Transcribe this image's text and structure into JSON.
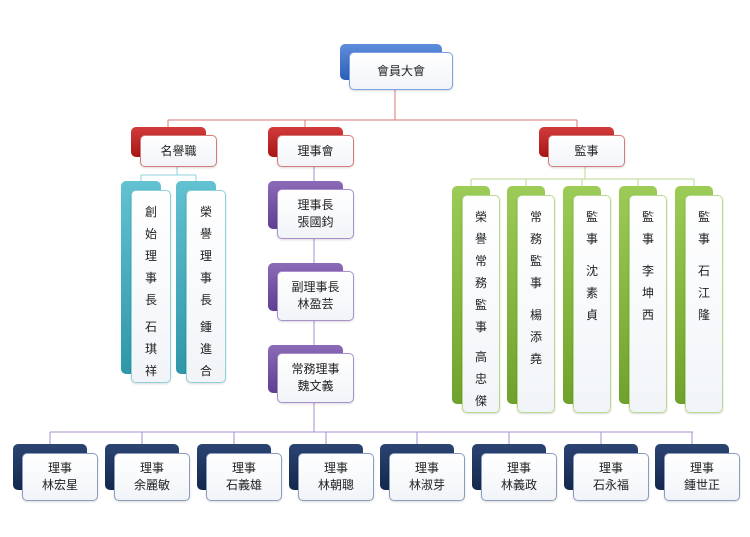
{
  "top": {
    "label": "會員大會"
  },
  "branches": {
    "honorary": "名譽職",
    "board": "理事會",
    "supervisors": "監事"
  },
  "honorary_members": [
    {
      "title": "創始理事長",
      "name": "石琪祥"
    },
    {
      "title": "榮譽理事長",
      "name": "鍾進合"
    }
  ],
  "board_officers": [
    {
      "title": "理事長",
      "name": "張國鈞"
    },
    {
      "title": "副理事長",
      "name": "林盈芸"
    },
    {
      "title": "常務理事",
      "name": "魏文義"
    }
  ],
  "supervisor_members": [
    {
      "title": "榮譽常務監事",
      "name": "高忠傑"
    },
    {
      "title": "常務監事",
      "name": "楊添堯"
    },
    {
      "title": "監事",
      "name": "沈素貞"
    },
    {
      "title": "監事",
      "name": "李坤西"
    },
    {
      "title": "監事",
      "name": "石江隆"
    }
  ],
  "directors": [
    {
      "title": "理事",
      "name": "林宏星"
    },
    {
      "title": "理事",
      "name": "余麗敏"
    },
    {
      "title": "理事",
      "name": "石義雄"
    },
    {
      "title": "理事",
      "name": "林朝聰"
    },
    {
      "title": "理事",
      "name": "林淑芽"
    },
    {
      "title": "理事",
      "name": "林義政"
    },
    {
      "title": "理事",
      "name": "石永福"
    },
    {
      "title": "理事",
      "name": "鍾世正"
    }
  ],
  "colors": {
    "top": "#3a6fc8",
    "branch": "#c0282d",
    "honorary": "#45aebf",
    "board": "#6b4aa0",
    "supervisors": "#8cc04a",
    "directors": "#1c3560"
  }
}
